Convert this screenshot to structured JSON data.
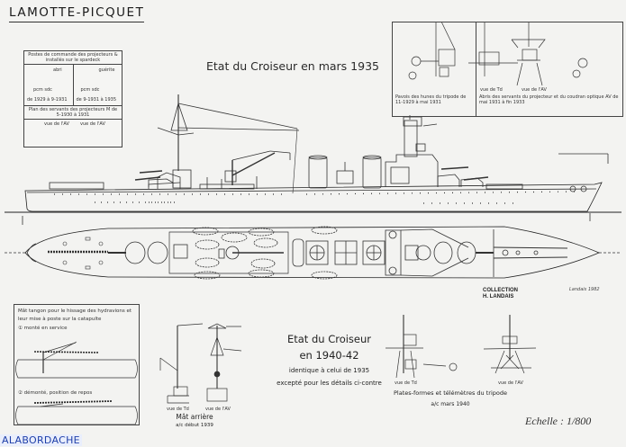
{
  "drawing": {
    "title": "LAMOTTE-PICQUET",
    "state_1935_heading": "Etat du Croiseur en mars 1935",
    "inset_searchlights": {
      "header": "Postes de commande des projecteurs & installés sur le spardeck",
      "left_label": "abri",
      "left_sub": "pcm   sdc",
      "left_dates": "de 1929 à 9-1931",
      "right_label": "guérite",
      "right_sub": "pcm   sdc",
      "right_dates": "de 9-1931 à 1935",
      "plan_caption": "Plan des servants des projecteurs M de 5-1930 à 1931",
      "view_left": "vue de l'AV",
      "view_right": "vue de l'AV"
    },
    "inset_tripod": {
      "left_caption": "Pavois des hunes du tripode de 11-1929 à mai 1931",
      "right_caption": "Abris des servants du projecteur et du coudran optique AV de mai 1931 à fin 1933",
      "view_left": "vue de Td",
      "view_right": "vue de l'AV"
    },
    "inset_derrick": {
      "header": "Mât tangon pour le hissage des hydravions et leur mise à poste sur la catapulte",
      "step1": "① monté en service",
      "step2": "② démonté, position de repos"
    },
    "mast": {
      "caption": "Mât arrière",
      "sub": "a/c début 1939",
      "view_left": "vue de Td",
      "view_right": "vue de l'AV"
    },
    "state_1940": {
      "line1": "Etat du Croiseur",
      "line2": "en 1940-42",
      "line3": "identique à celui de 1935",
      "line4": "excepté pour les détails ci-contre"
    },
    "platforms": {
      "caption": "Plates-formes et télémètres du tripode",
      "sub": "a/c mars 1940",
      "view_left": "vue de Td",
      "view_right": "vue de l'AV"
    },
    "collection": {
      "line1": "COLLECTION",
      "line2": "H. LANDAIS"
    },
    "signature": "Landais 1982",
    "scale": "Echelle : 1/800",
    "watermark": "ALABORDACHE",
    "colors": {
      "paper": "#f3f3f1",
      "ink": "#222222",
      "watermark": "#1f3fa8"
    }
  }
}
